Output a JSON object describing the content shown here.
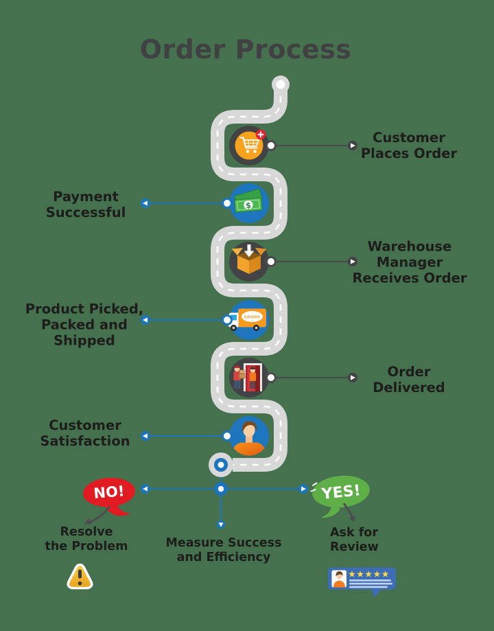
{
  "title": "Order Process",
  "background_color": "#46714E",
  "steps": [
    {
      "name": "customer-places-order",
      "side": "right",
      "icon": "cart-plus-icon",
      "label_lines": [
        "Customer",
        "Places Order"
      ]
    },
    {
      "name": "payment-successful",
      "side": "left",
      "icon": "money-bills-icon",
      "label_lines": [
        "Payment",
        "Successful"
      ]
    },
    {
      "name": "warehouse-manager-receives-order",
      "side": "right",
      "icon": "open-box-icon",
      "label_lines": [
        "Warehouse",
        "Manager",
        "Receives Order"
      ]
    },
    {
      "name": "product-picked-packed-shipped",
      "side": "left",
      "icon": "delivery-truck-icon",
      "label_lines": [
        "Product Picked,",
        "Packed and",
        "Shipped"
      ]
    },
    {
      "name": "order-delivered",
      "side": "right",
      "icon": "door-delivery-icon",
      "label_lines": [
        "Order",
        "Delivered"
      ]
    },
    {
      "name": "customer-satisfaction",
      "side": "left",
      "icon": "customer-avatar-icon",
      "label_lines": [
        "Customer",
        "Satisfaction"
      ]
    }
  ],
  "icon_texts": {
    "truck_sign": "GOODS",
    "money_symbol": "$",
    "review_stars": "★★★★★"
  },
  "outcomes": {
    "no": {
      "bubble_label": "NO!",
      "bubble_color": "#E11B22",
      "label_lines": [
        "Resolve",
        "the Problem"
      ],
      "icon": "warning-triangle-icon"
    },
    "measure": {
      "label_lines": [
        "Measure Success",
        "and Efficiency"
      ]
    },
    "yes": {
      "bubble_label": "YES!",
      "bubble_color": "#5FAF48",
      "label_lines": [
        "Ask for",
        "Review"
      ],
      "icon": "review-card-icon"
    }
  },
  "colors": {
    "background": "#46714E",
    "road": "#D8D8D8",
    "road_dash": "#FFFFFF",
    "dark_circle": "#434345",
    "blue_circle": "#1E76BE",
    "blue_line": "#1B75BC",
    "dark_line": "#4A4A4C",
    "text": "#1D1D1B",
    "title": "#414042"
  }
}
